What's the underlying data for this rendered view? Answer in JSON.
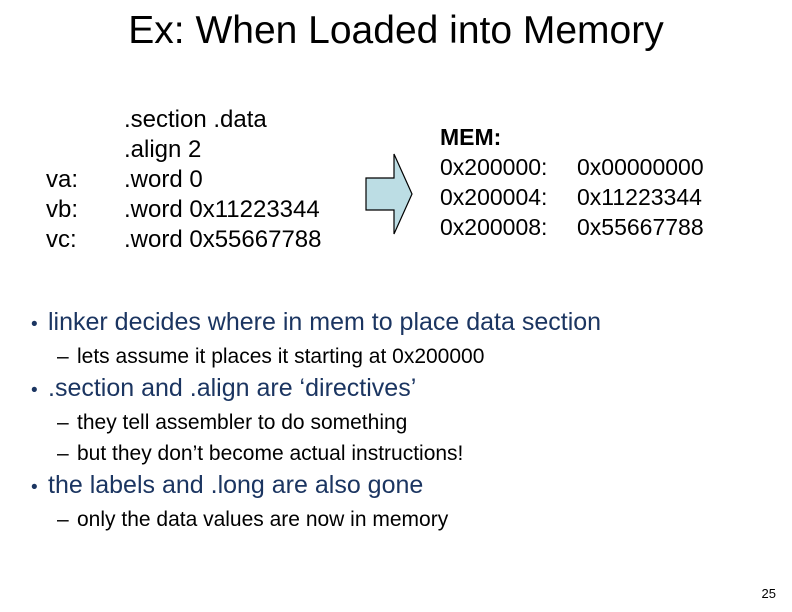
{
  "slide": {
    "title": "Ex: When Loaded into Memory",
    "page_number": "25"
  },
  "code_block": {
    "rows": [
      {
        "label": "",
        "text": ".section .data"
      },
      {
        "label": "",
        "text": ".align 2"
      },
      {
        "label": "va:",
        "text": ".word 0"
      },
      {
        "label": "vb:",
        "text": ".word 0x11223344"
      },
      {
        "label": "vc:",
        "text": ".word 0x55667788"
      }
    ]
  },
  "arrow": {
    "icon": "right-arrow-icon",
    "fill": "#bcdde4",
    "stroke": "#000000"
  },
  "memory": {
    "heading": "MEM:",
    "rows": [
      {
        "address": "0x200000:",
        "value": "0x00000000"
      },
      {
        "address": "0x200004:",
        "value": "0x11223344"
      },
      {
        "address": "0x200008:",
        "value": "0x55667788"
      }
    ]
  },
  "body": {
    "bullet_marker": "•",
    "dash_marker": "–",
    "level1_color": "#1b3561",
    "level2_color": "#000000",
    "items": [
      {
        "level": 1,
        "text": "linker decides where in mem to place data section"
      },
      {
        "level": 2,
        "text": "lets assume it places it starting at 0x200000"
      },
      {
        "level": 1,
        "text": ".section and .align are ‘directives’"
      },
      {
        "level": 2,
        "text": "they tell assembler to do something"
      },
      {
        "level": 2,
        "text": "but they don’t become actual instructions!"
      },
      {
        "level": 1,
        "text": "the labels and .long are also gone"
      },
      {
        "level": 2,
        "text": "only the data values are now in memory"
      }
    ]
  }
}
